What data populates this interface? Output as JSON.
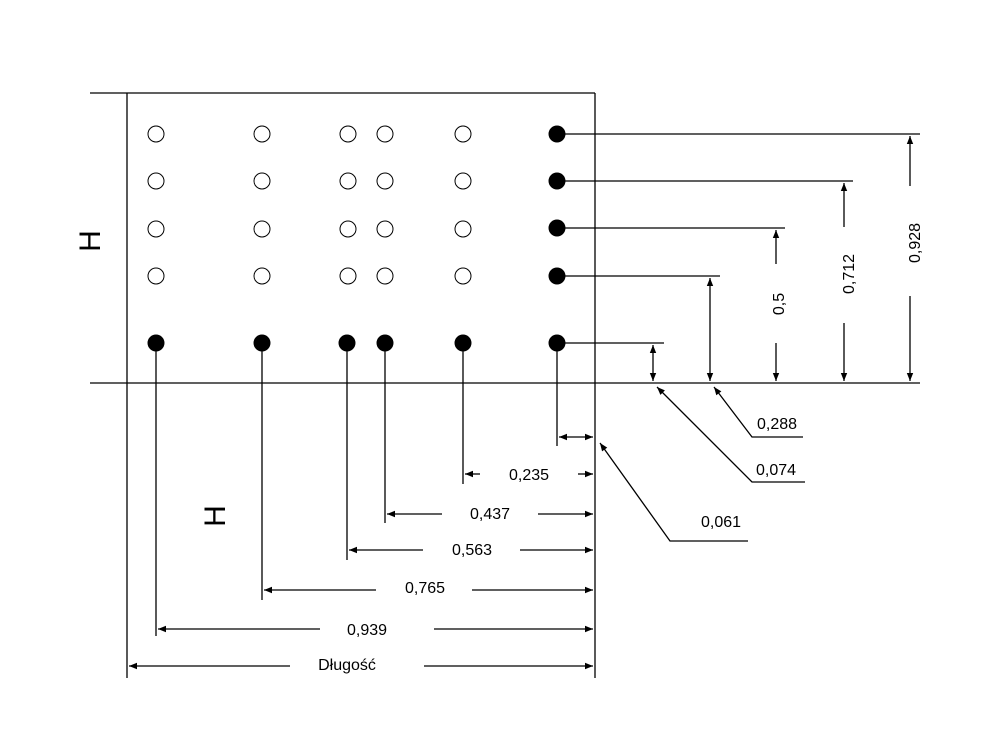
{
  "labels": {
    "h_left": "H",
    "h_bottom": "H",
    "length": "Długość"
  },
  "horizontal_dimensions": [
    "0,235",
    "0,437",
    "0,563",
    "0,765",
    "0,939"
  ],
  "vertical_dimensions": [
    "0,5",
    "0,712",
    "0,928"
  ],
  "callout_dimensions": [
    "0,288",
    "0,074",
    "0,061"
  ],
  "colors": {
    "line": "#000000",
    "filled_hole": "#000000",
    "open_hole": "#ffffff"
  },
  "hole_grid": {
    "columns": 6,
    "open_rows": 4,
    "filled_row": "bottom",
    "filled_column": "right",
    "open_hole_count": 20,
    "filled_hole_count": 10
  }
}
